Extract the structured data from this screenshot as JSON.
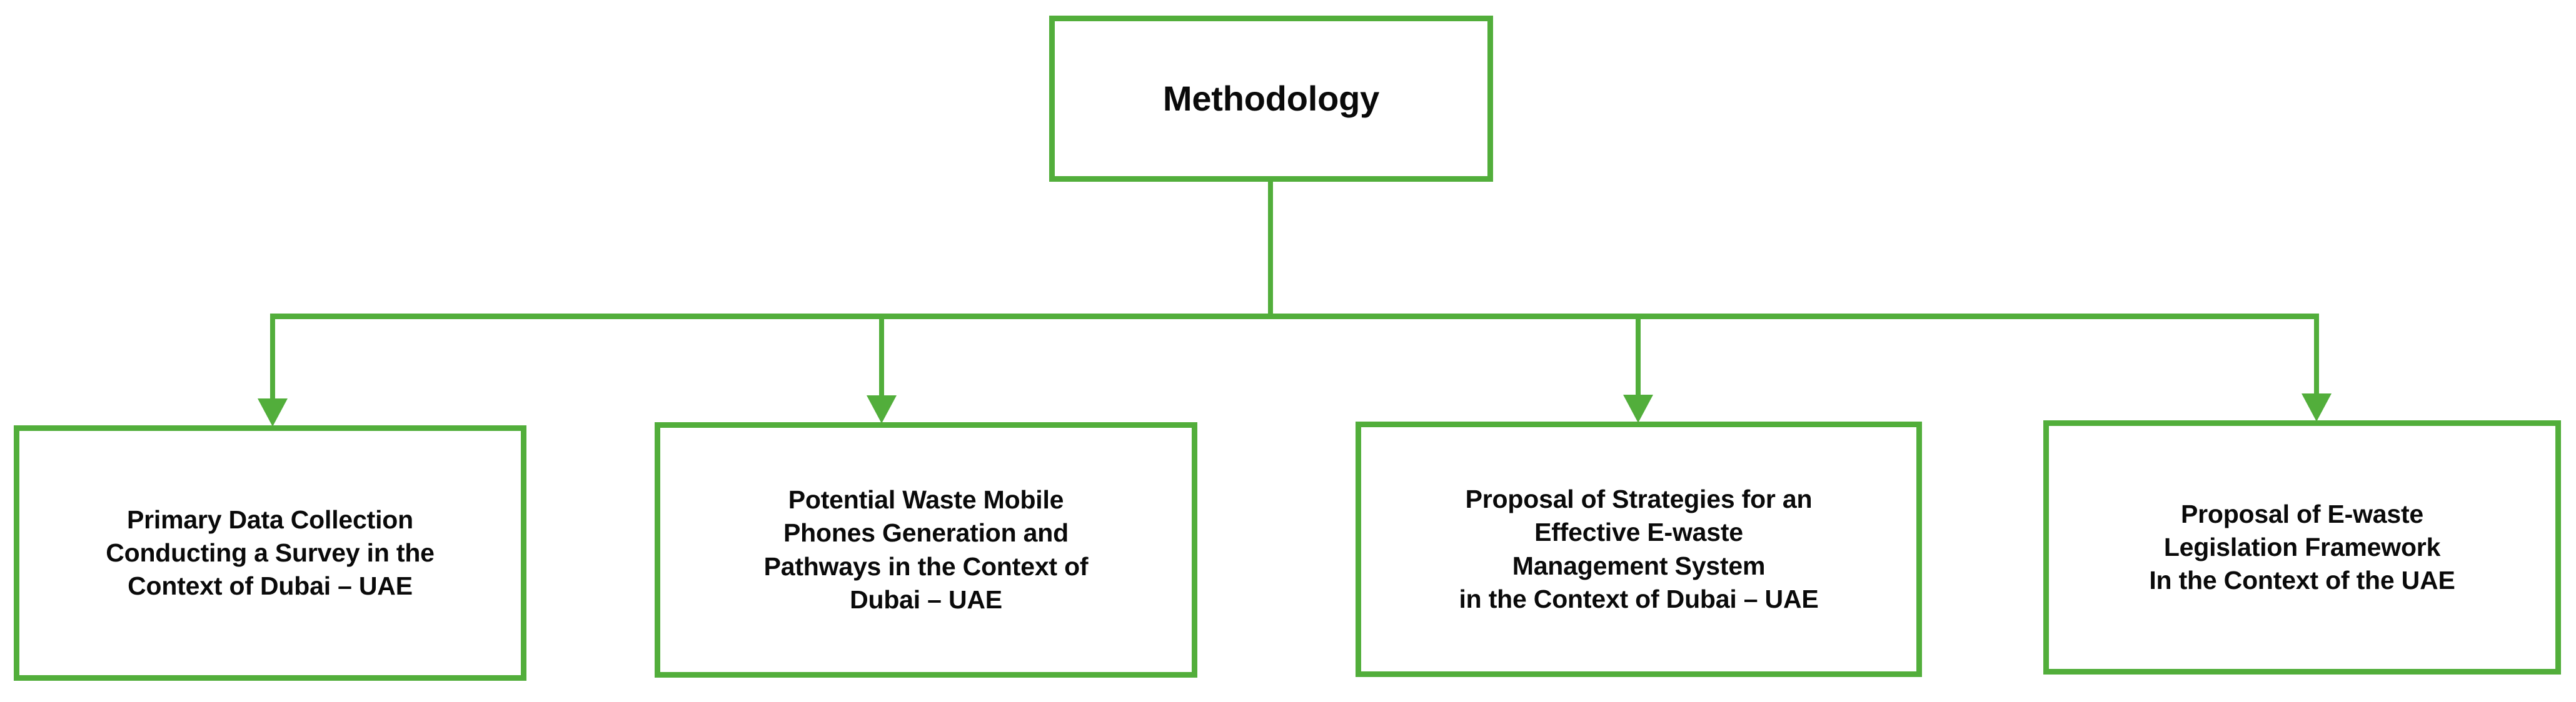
{
  "diagram": {
    "type": "tree-flowchart",
    "title": "Methodology",
    "accent_color": "#52AE3B",
    "box_fill": "#FFFFFF",
    "text_color": "#0A0A0A",
    "background": "#FFFFFF",
    "root": {
      "id": "root",
      "label": "Methodology"
    },
    "children": [
      {
        "id": "child-0",
        "label": "Primary Data Collection\nConducting a Survey in the\nContext of Dubai – UAE"
      },
      {
        "id": "child-1",
        "label": "Potential Waste Mobile\nPhones Generation and\nPathways in the Context of\nDubai – UAE"
      },
      {
        "id": "child-2",
        "label": "Proposal of Strategies for an\nEffective E-waste\nManagement System\nin the Context of Dubai – UAE"
      },
      {
        "id": "child-3",
        "label": "Proposal of E-waste\nLegislation Framework\nIn the Context of the UAE"
      }
    ],
    "connectors": {
      "style": "orthogonal-elbow",
      "arrowhead": "solid-triangle-down",
      "count": 4
    }
  }
}
